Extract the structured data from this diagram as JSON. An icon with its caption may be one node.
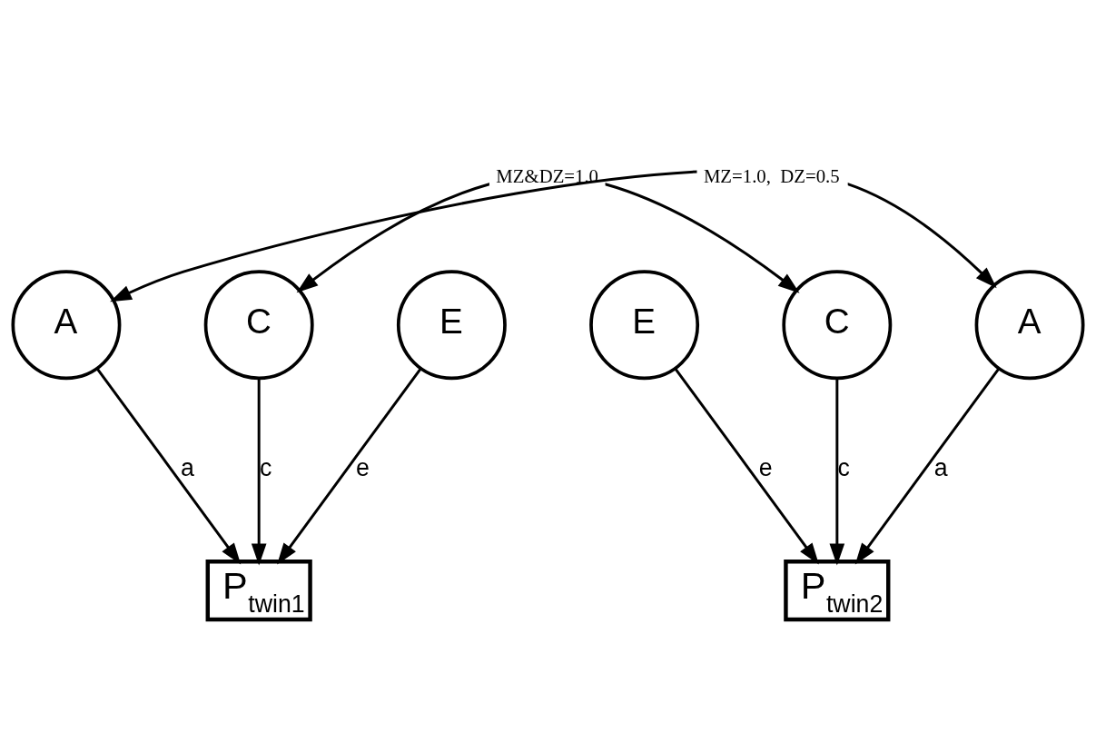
{
  "diagram": {
    "nodes": [
      {
        "text": [
          "A"
        ]
      },
      {
        "text": [
          "C"
        ]
      },
      {
        "text": [
          "E"
        ]
      },
      {
        "text": [
          "E"
        ]
      },
      {
        "text": [
          "C"
        ]
      },
      {
        "text": [
          "A"
        ]
      },
      {
        "text": [
          "P$_{twin1}$"
        ]
      },
      {
        "text": [
          "P$_{twin2}$"
        ]
      }
    ],
    "edges": [
      {
        "from": 5,
        "to": 0,
        "arrow": "both",
        "label": "MZ=1.0,  DZ=0.5"
      },
      {
        "from": 4,
        "to": 1,
        "arrow": "both",
        "label": "MZ&DZ=1.0"
      },
      {
        "from": 0,
        "to": 6,
        "arrow": "to",
        "label": "a"
      },
      {
        "from": 1,
        "to": 6,
        "arrow": "to",
        "label": "c"
      },
      {
        "from": 2,
        "to": 6,
        "arrow": "to",
        "label": "e"
      },
      {
        "from": 3,
        "to": 7,
        "arrow": "to",
        "label": "e"
      },
      {
        "from": 4,
        "to": 7,
        "arrow": "to",
        "label": "c"
      },
      {
        "from": 5,
        "to": 7,
        "arrow": "to",
        "label": "a"
      }
    ]
  }
}
